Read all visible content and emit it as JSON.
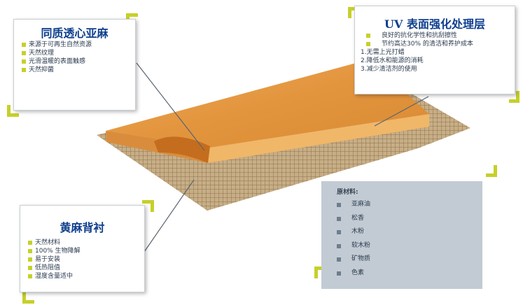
{
  "top_left_callout": {
    "title": "同质透心亚麻",
    "items": [
      "来源于可再生自然资源",
      "天然纹理",
      "光滑温暖的表面触感",
      "天然抑菌"
    ]
  },
  "top_right_callout": {
    "title": "UV 表面强化处理层",
    "items": [
      "良好的抗化学性和抗刮擦性",
      "节约高达30% 的清洁和养护成本"
    ],
    "numbered": [
      "1.无需上光打蜡",
      "2.降低水和能源的消耗",
      "3.减少清洁剂的使用"
    ]
  },
  "bottom_left_callout": {
    "title": "黄麻背衬",
    "items": [
      "天然材料",
      "100% 生物降解",
      "易于安装",
      "低热阻值",
      "湿度含量适中"
    ]
  },
  "raw_materials": {
    "title": "原材料:",
    "items": [
      "亚麻油",
      "松香",
      "木粉",
      "软木粉",
      "矿物质",
      "色素"
    ]
  },
  "colors": {
    "accent": "#c6d02a",
    "title_blue": "#0f3f8e",
    "panel_gray": "#c2cbd3",
    "linoleum": "#e0963e"
  }
}
